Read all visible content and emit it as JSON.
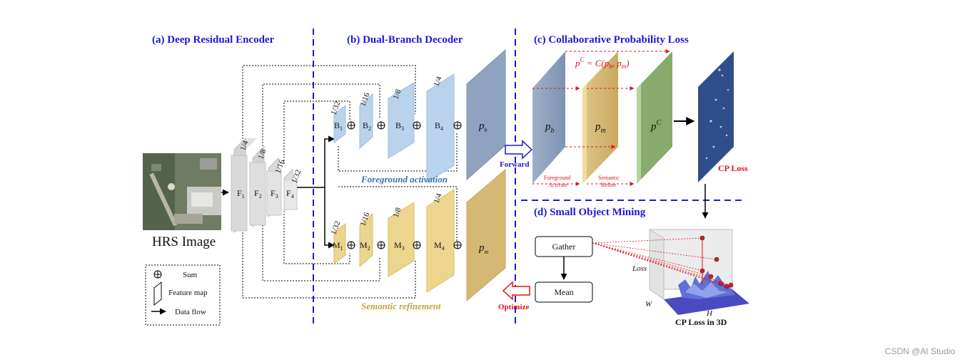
{
  "titles": {
    "a": "(a) Deep Residual Encoder",
    "b": "(b) Dual-Branch Decoder",
    "c": "(c) Collaborative Probability Loss",
    "d": "(d) Small Object Mining"
  },
  "input_label": "HRS Image",
  "encoder": {
    "blocks": [
      {
        "label": "F",
        "sub": "1",
        "scale": "1/4"
      },
      {
        "label": "F",
        "sub": "2",
        "scale": "1/8"
      },
      {
        "label": "F",
        "sub": "3",
        "scale": "1/16"
      },
      {
        "label": "F",
        "sub": "4",
        "scale": "1/32"
      }
    ]
  },
  "decoder": {
    "b_blocks": [
      {
        "label": "B",
        "sub": "1",
        "scale": "1/32"
      },
      {
        "label": "B",
        "sub": "2",
        "scale": "1/16"
      },
      {
        "label": "B",
        "sub": "3",
        "scale": "1/8"
      },
      {
        "label": "B",
        "sub": "4",
        "scale": "1/4"
      }
    ],
    "m_blocks": [
      {
        "label": "M",
        "sub": "1",
        "scale": "1/32"
      },
      {
        "label": "M",
        "sub": "2",
        "scale": "1/16"
      },
      {
        "label": "M",
        "sub": "3",
        "scale": "1/8"
      },
      {
        "label": "M",
        "sub": "4",
        "scale": "1/4"
      }
    ],
    "pb": "p",
    "pb_sub": "b",
    "pm": "p",
    "pm_sub": "m",
    "foreground": "Foreground activation",
    "semantic": "Semantic refinement"
  },
  "arrows": {
    "forward": "Forward",
    "optimize": "Optimize"
  },
  "cp": {
    "formula_lhs": "p",
    "formula_lhs_sup": "C",
    "formula_rhs": " = C(p",
    "formula_b": "b",
    "formula_mid": ", p",
    "formula_m": "m",
    "formula_end": ")",
    "pb": "p",
    "pb_sub": "b",
    "pm": "p",
    "pm_sub": "m",
    "pc": "p",
    "pc_sup": "C",
    "foreground_activate_1": "Foreground",
    "foreground_activate_2": "Activate",
    "semantic_refine_1": "Semantic",
    "semantic_refine_2": "Refine",
    "cp_loss": "CP Loss"
  },
  "mining": {
    "gather": "Gather",
    "mean": "Mean",
    "loss_axis": "Loss",
    "w_axis": "W",
    "h_axis": "H",
    "caption": "CP Loss in 3D"
  },
  "legend": {
    "sum": "Sum",
    "feature_map": "Feature map",
    "data_flow": "Data flow"
  },
  "watermark": "CSDN @AI Studio",
  "colors": {
    "title_blue": "#1a1ad8",
    "b_branch": "#9fc3e6",
    "m_branch": "#e8cf7d",
    "pb_plate": "#8ea3bf",
    "pm_plate": "#d5b873",
    "pc_plate": "#86ab6c",
    "red": "#e0141c",
    "encoder_gray": "#d6d6d6"
  }
}
